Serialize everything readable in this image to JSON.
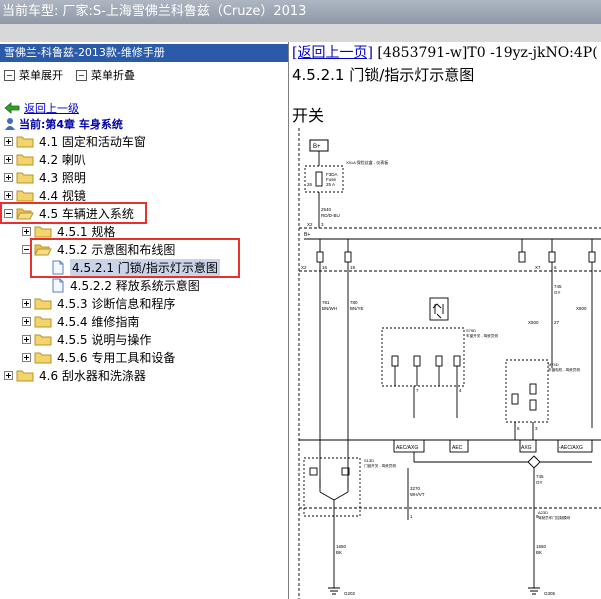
{
  "window": {
    "title": "当前车型:  厂家:S-上海雪佛兰科鲁兹（Cruze）2013"
  },
  "sidebar": {
    "header": "雪佛兰-科鲁兹-2013款-维修手册",
    "expand_label": "菜单展开",
    "collapse_label": "菜单折叠",
    "back_label": "返回上一级",
    "current_chapter": "当前:第4章 车身系统",
    "items": [
      {
        "label": "4.1 固定和活动车窗"
      },
      {
        "label": "4.2 喇叭"
      },
      {
        "label": "4.3 照明"
      },
      {
        "label": "4.4 视镜"
      },
      {
        "label": "4.5 车辆进入系统"
      },
      {
        "label": "4.5.1 规格"
      },
      {
        "label": "4.5.2 示意图和布线图"
      },
      {
        "label": "4.5.2.1 门锁/指示灯示意图"
      },
      {
        "label": "4.5.2.2 释放系统示意图"
      },
      {
        "label": "4.5.3 诊断信息和程序"
      },
      {
        "label": "4.5.4 维修指南"
      },
      {
        "label": "4.5.5 说明与操作"
      },
      {
        "label": "4.5.6 专用工具和设备"
      },
      {
        "label": "4.6 刮水器和洗涤器"
      }
    ]
  },
  "content": {
    "back_link": "[返回上一页]",
    "doc_ref": " [4853791-w]T0 -19yz-jkNO:4P(",
    "heading": "4.5.2.1 门锁/指示灯示意图",
    "subheading": "开关",
    "diagram": {
      "top_box": "B+",
      "fuse_block_label": "X51A 保险丝盒 - 仪表板",
      "fuse_name": "F3DA",
      "fuse_text": "Fuse",
      "fuse_rating": "25 A",
      "pin_26": "26",
      "wire_top": "2540",
      "wire_top_color": "RD/D-BU",
      "x2_label": "X2",
      "x2_pin": "3",
      "bplus": "B+",
      "x2_mid": "X2",
      "pin_15": "15",
      "pin_19": "19",
      "x7": "X7",
      "pin_6": "6",
      "wire_781": "781",
      "wire_781_color": "BN/WH",
      "wire_780": "780",
      "wire_780_color": "BN/YE",
      "wire_745_top": "745",
      "wire_745_top_color": "GY",
      "x800": "X800",
      "x500": "X500",
      "pin_27": "27",
      "s79d": "S79D",
      "s79d_desc": "车窗开关 - 驾驶员侧",
      "m74d": "M74D",
      "m74d_desc": "车窗电机 - 驾驶员侧",
      "pin_7": "7",
      "pin_4": "4",
      "pin_6b": "6",
      "pin_3": "3",
      "aec_axg": "AEC/AXG",
      "aec": "AEC",
      "axg": "AXG",
      "aec_axg_neg": "-AEC/AXG",
      "s13d": "S13D",
      "s13d_desc": "门锁开关 - 驾驶员侧",
      "wire_3270": "3270",
      "wire_3270_color": "WH/VT",
      "wire_745": "745",
      "wire_745_color": "GY",
      "a23d": "A23D",
      "a23d_desc": "驾驶员车门控制模块",
      "pin_1": "1",
      "pin_8": "8",
      "wire_1650": "1650",
      "wire_1650_color": "BK",
      "wire_1550": "1550",
      "wire_1550_color": "BK",
      "g202": "G202",
      "g305": "G305"
    }
  },
  "colors": {
    "titlebar": "#9aa3b0",
    "pane_header": "#2a5aa8",
    "link": "#0000cc",
    "highlight_box": "#e8312f",
    "selected": "#c9d4e8"
  }
}
